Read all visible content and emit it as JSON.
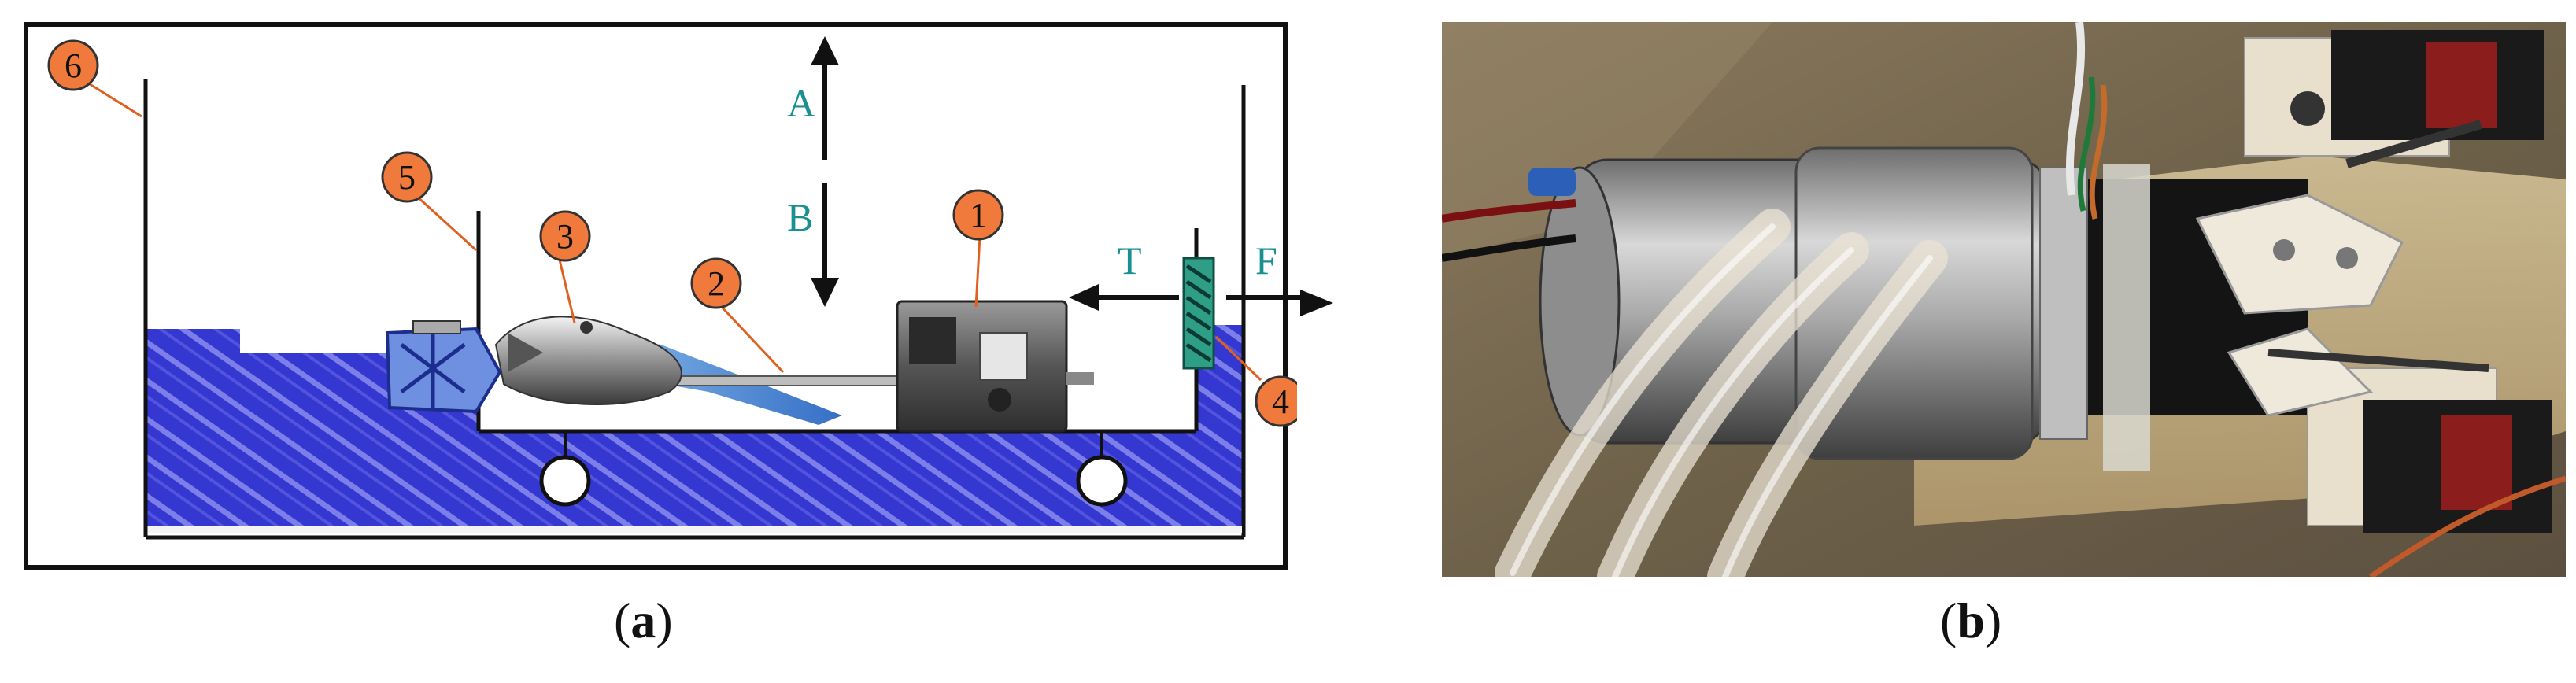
{
  "panel_a": {
    "caption_open": "(",
    "caption_letter": "a",
    "caption_close": ")",
    "callouts": [
      "1",
      "2",
      "3",
      "4",
      "5",
      "6"
    ],
    "labels": {
      "A": "A",
      "B": "B",
      "T": "T",
      "F": "F"
    },
    "colors": {
      "water": "#3b3fd6",
      "callout_fill": "#f07a3c",
      "label_teal": "#1a8f8f",
      "sensor_green": "#2f9e86"
    }
  },
  "panel_b": {
    "caption_open": "(",
    "caption_letter": "b",
    "caption_close": ")"
  }
}
